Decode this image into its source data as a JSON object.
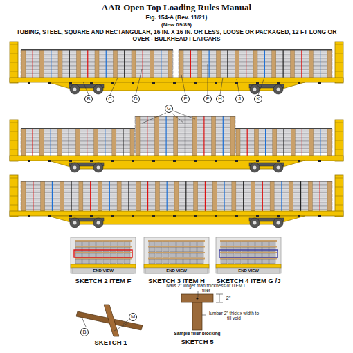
{
  "diagram": {
    "title": "AAR Open Top Loading Rules Manual",
    "labels": [
      "Fig. 154-A (Rev. 11/21)",
      "(New 09/89)",
      "TUBING, STEEL, SQUARE AND RECTANGULAR, 16 IN. X 16 IN. OR LESS, LOOSE OR PACKAGED, 12 FT LONG OR OVER - BULKHEAD FLATCARS",
      "B",
      "C",
      "D",
      "E",
      "F",
      "H",
      "J",
      "K",
      "G",
      "END VIEW",
      "END VIEW",
      "END VIEW",
      "SKETCH 2 ITEM F",
      "SKETCH 3 ITEM H",
      "SKETCH 4 ITEM G /J",
      "B",
      "M",
      "SKETCH 1",
      "Nails 2\" longer than thickness of ITEM L filler",
      "2\"",
      "lumber 2\" thick x width to fill void",
      "Sample filler blocking",
      "SKETCH 5"
    ]
  }
}
